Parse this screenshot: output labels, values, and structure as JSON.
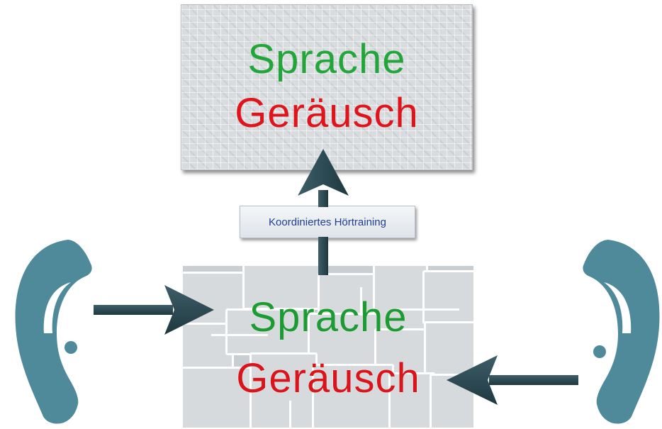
{
  "top_box": {
    "line1": "Sprache",
    "line2": "Geräusch"
  },
  "label": "Koordiniertes Hörtraining",
  "bottom_box": {
    "line1": "Sprache",
    "line2": "Geräusch"
  },
  "colors": {
    "speech": "#22a63a",
    "noise": "#e0141b",
    "ear": "#4e8a9a",
    "arrow": "#2b4850",
    "label_text": "#1f3f8f"
  }
}
